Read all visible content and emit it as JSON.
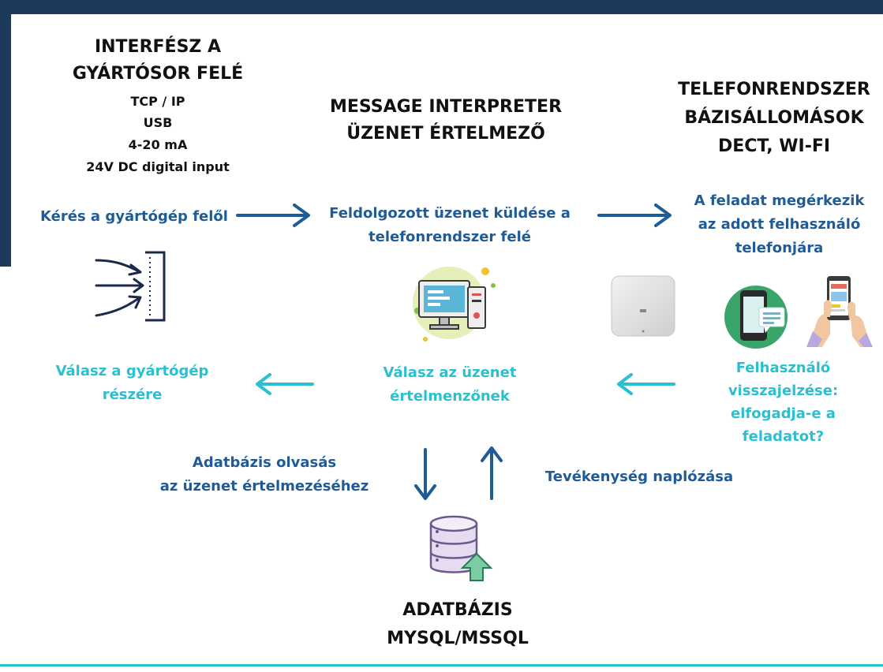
{
  "header_left": {
    "title_line1": "INTERFÉSZ A",
    "title_line2": "GYÁRTÓSOR FELÉ",
    "items": [
      "TCP / IP",
      "USB",
      "4-20 mA",
      "24V DC digital input"
    ]
  },
  "header_center": {
    "line1": "MESSAGE INTERPRETER",
    "line2": "ÜZENET ÉRTELMEZŐ"
  },
  "header_right": {
    "line1": "TELEFONRENDSZER",
    "line2": "BÁZISÁLLOMÁSOK",
    "line3": "DECT, WI-FI"
  },
  "flow_forward": {
    "left": "Kérés a gyártógép felől",
    "center_line1": "Feldolgozott üzenet küldése a",
    "center_line2": "telefonrendszer felé",
    "right_line1": "A feladat megérkezik",
    "right_line2": "az adott felhasználó",
    "right_line3": "telefonjára"
  },
  "flow_back": {
    "left_line1": "Válasz a gyártógép",
    "left_line2": "részére",
    "center_line1": "Válasz az üzenet",
    "center_line2": "értelmenzőnek",
    "right_line1": "Felhasználó",
    "right_line2": "visszajelzése:",
    "right_line3": "elfogadja-e a",
    "right_line4": "feladatot?"
  },
  "db_flow": {
    "read_line1": "Adatbázis olvasás",
    "read_line2": "az üzenet értelmezéséhez",
    "log": "Tevékenység naplózása"
  },
  "database": {
    "line1": "ADATBÁZIS",
    "line2": "MYSQL/MSSQL"
  },
  "colors": {
    "navy": "#1b3a5c",
    "blue": "#1f5b96",
    "cyan": "#2bbfd0",
    "green_circle": "#3aa56b"
  }
}
